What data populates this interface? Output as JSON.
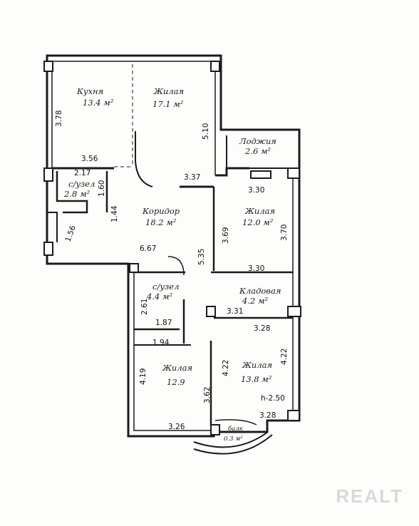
{
  "rooms": {
    "kitchen": {
      "name": "Кухня",
      "area": "13.4 м²"
    },
    "living1": {
      "name": "Жилая",
      "area": "17.1 м²"
    },
    "loggia": {
      "name": "Лоджия",
      "area": "2.6 м²"
    },
    "bath1": {
      "name": "с/узел",
      "area": "2.8 м²"
    },
    "corridor": {
      "name": "Коридор",
      "area": "18.2 м²"
    },
    "living2": {
      "name": "Жилая",
      "area": "12.0 м²"
    },
    "bath2": {
      "name": "с/узел",
      "area": "4.4 м²"
    },
    "storage": {
      "name": "Кладовая",
      "area": "4.2 м²"
    },
    "living3": {
      "name": "Жилая",
      "area": "12.9"
    },
    "living4": {
      "name": "Жилая",
      "area": "13.8 м²"
    },
    "balcony": {
      "name": "балк",
      "area": "0.3 м²"
    }
  },
  "dims": {
    "d1": "3.78",
    "d2": "5.10",
    "d3": "3.56",
    "d4": "3.37",
    "d5": "3.30",
    "d6": "2.17",
    "d7": "1.60",
    "d8": "1.44",
    "d9": "1.56",
    "d10": "6.67",
    "d11": "3.69",
    "d12": "5.35",
    "d13": "3.70",
    "d14": "3.30",
    "d15": "2.61",
    "d16": "1.87",
    "d17": "3.31",
    "d18": "3.28",
    "d19": "1.94",
    "d20": "4.22",
    "d21": "4.22",
    "d22": "4.19",
    "d23": "3.62",
    "d24": "3.26",
    "d25": "3.28",
    "d26": "h-2.50"
  },
  "watermark": "REALT"
}
